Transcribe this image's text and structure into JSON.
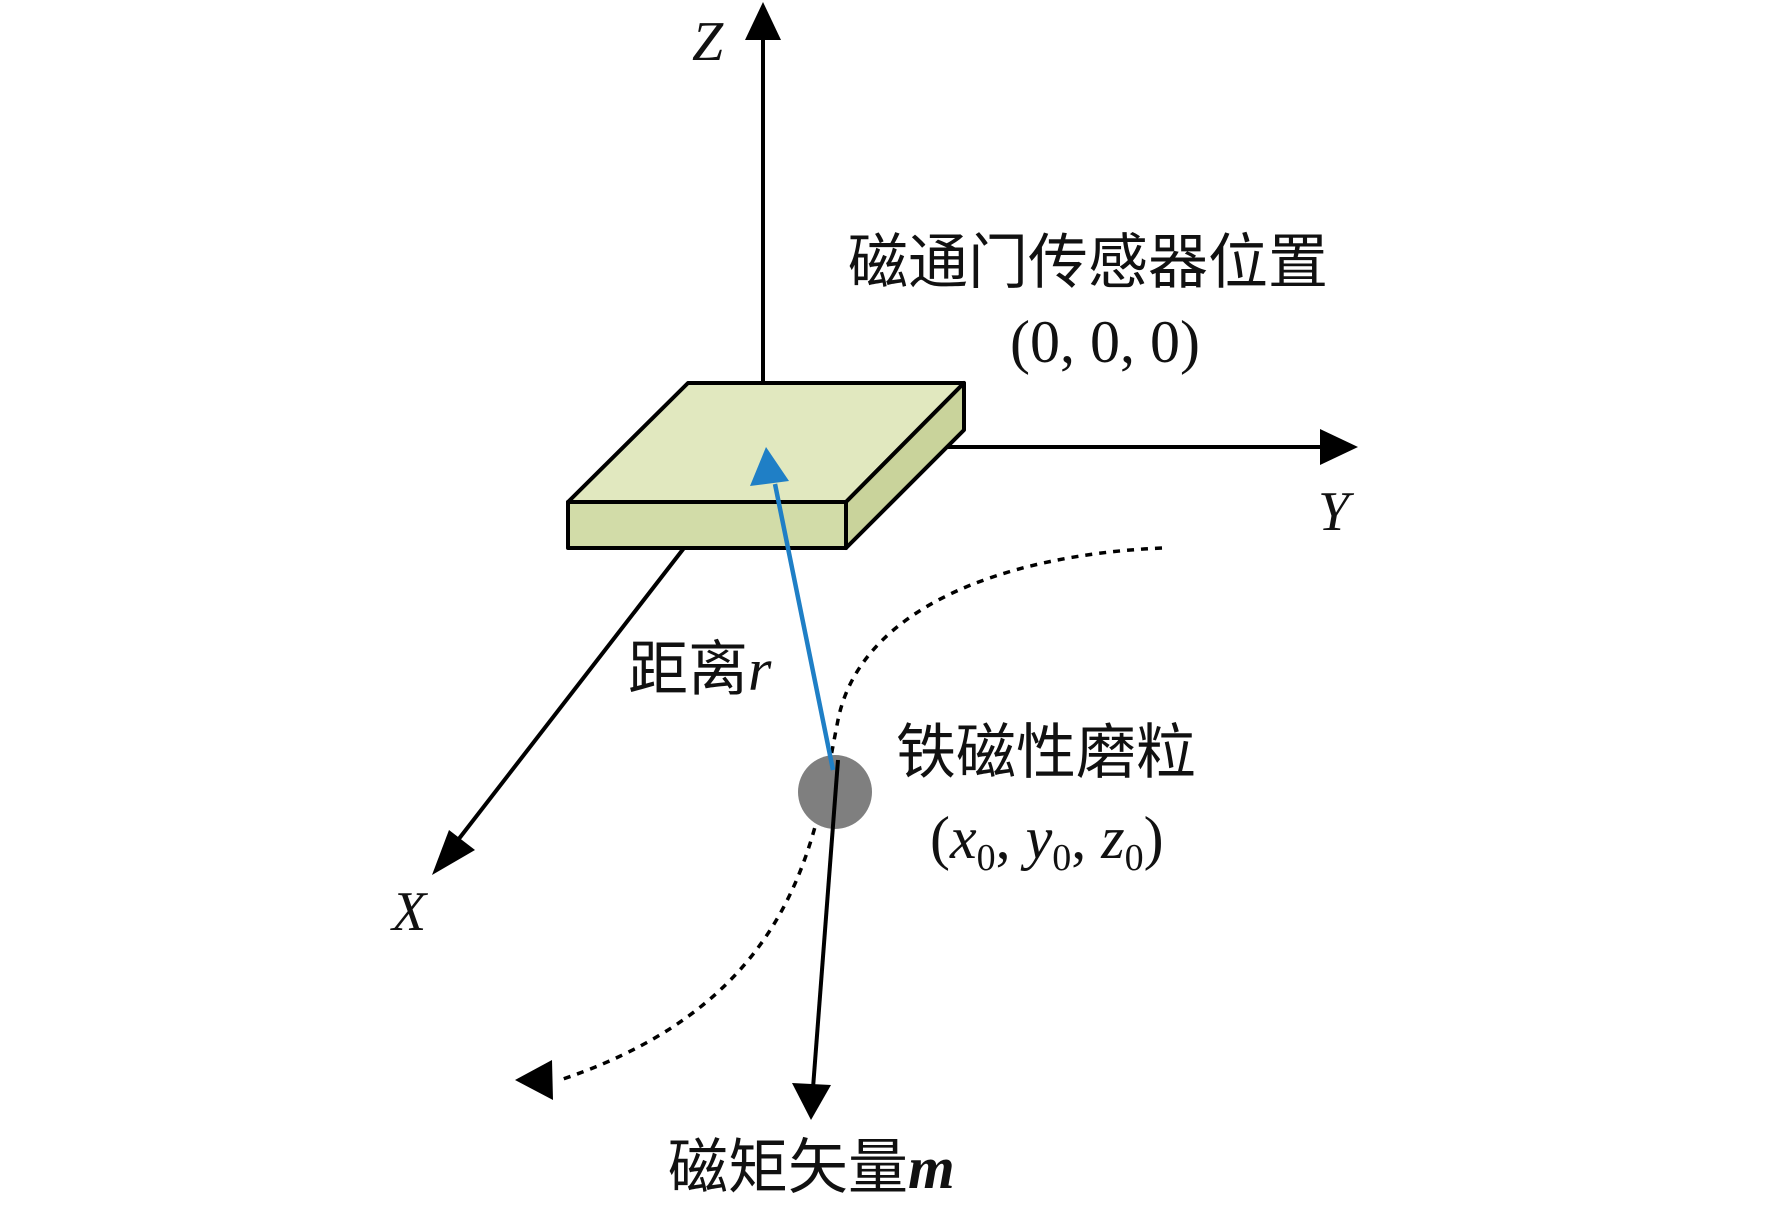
{
  "axes": {
    "x_label": "X",
    "y_label": "Y",
    "z_label": "Z"
  },
  "sensor": {
    "label": "磁通门传感器位置",
    "coord": "(0, 0, 0)"
  },
  "distance": {
    "label": "距离",
    "symbol": "r"
  },
  "particle": {
    "label": "铁磁性磨粒",
    "coord_open": "(",
    "x": "x",
    "y": "y",
    "z": "z",
    "sub": "0",
    "sep": ", ",
    "coord_close": ")"
  },
  "moment": {
    "label": "磁矩矢量",
    "symbol": "m"
  },
  "colors": {
    "sensor_top": "#e1e8bf",
    "sensor_side": "#d2dca8",
    "distance_arrow": "#1f7fc6",
    "particle": "#7f7f7f",
    "line": "#000000"
  }
}
